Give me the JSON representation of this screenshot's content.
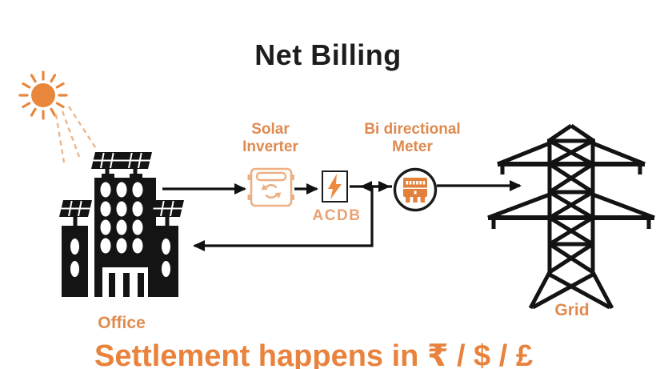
{
  "title": "Net Billing",
  "footer": "Settlement happens in ₹ / $ / £",
  "labels": {
    "office": "Office",
    "solar_inverter_line1": "Solar",
    "solar_inverter_line2": "Inverter",
    "acdb": "ACDB",
    "meter_line1": "Bi directional",
    "meter_line2": "Meter",
    "grid": "Grid"
  },
  "icons": {
    "sun": "sun-icon",
    "office_building": "office-building-icon",
    "solar_panel": "solar-panel-icon",
    "inverter": "inverter-icon",
    "lightning": "lightning-icon",
    "meter": "bidirectional-meter-icon",
    "tower": "transmission-tower-icon"
  },
  "colors": {
    "orange_primary": "#E8873C",
    "orange_label": "#DE8A4F",
    "orange_acdb_label": "#E8A273",
    "orange_office_grid": "#E18A4D",
    "orange_footer": "#E8823C",
    "orange_light_outline": "#ECB084",
    "orange_lightning": "#EE8B3E",
    "orange_meter": "#E2813C",
    "line_black": "#111111",
    "text_black": "#1D1D1D"
  },
  "flow": {
    "office_to_inverter": "forward",
    "inverter_to_acdb": "forward",
    "acdb_meter": "bidirectional",
    "meter_to_grid": "forward",
    "meter_branch_to_office": "return"
  }
}
